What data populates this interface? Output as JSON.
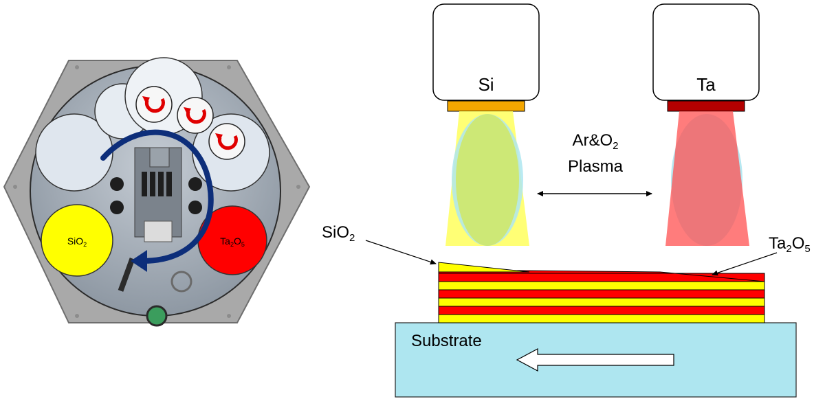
{
  "left_panel": {
    "left_label": "SiO",
    "left_label_sub": "2",
    "right_label_a": "Ta",
    "right_label_sub1": "2",
    "right_label_b": "O",
    "right_label_sub2": "5"
  },
  "right_panel": {
    "target_si": "Si",
    "target_ta": "Ta",
    "plasma_line1_a": "Ar&O",
    "plasma_line1_sub": "2",
    "plasma_line2": "Plasma",
    "sio2_a": "SiO",
    "sio2_sub": "2",
    "ta2o5_a": "Ta",
    "ta2o5_sub1": "2",
    "ta2o5_b": "O",
    "ta2o5_sub2": "5",
    "substrate": "Substrate"
  },
  "colors": {
    "sio2": "#ffff00",
    "ta2o5": "#ff0000",
    "substrate": "#aee6f0",
    "si_target": "#f5a700",
    "ta_target": "#b30000",
    "rotation_arrow": "#0d2e7a"
  }
}
